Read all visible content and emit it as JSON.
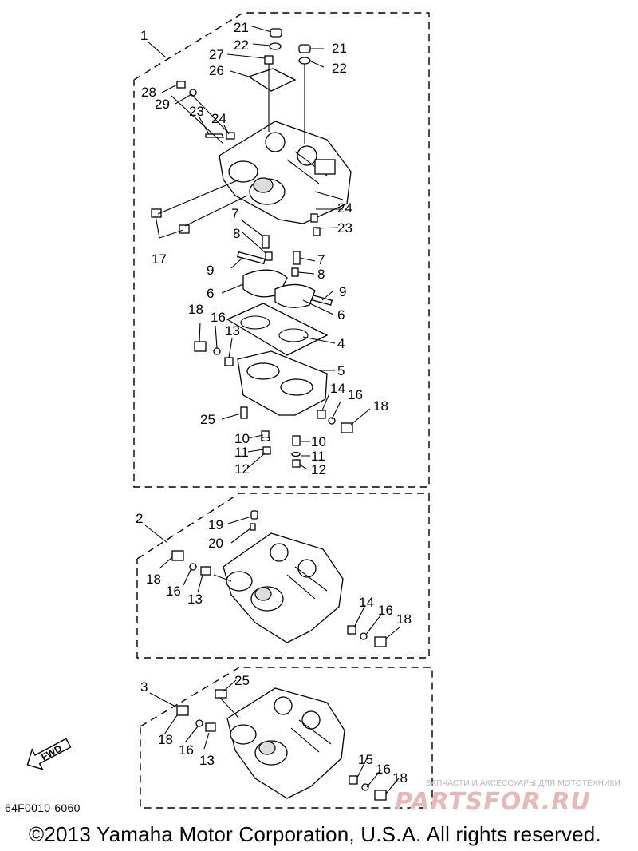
{
  "groups": [
    {
      "id": "1"
    },
    {
      "id": "2"
    },
    {
      "id": "3"
    }
  ],
  "callouts": {
    "g1": [
      "21",
      "22",
      "27",
      "26",
      "21",
      "22",
      "28",
      "29",
      "23",
      "24",
      "17",
      "7",
      "8",
      "24",
      "23",
      "9",
      "7",
      "8",
      "6",
      "9",
      "6",
      "18",
      "16",
      "13",
      "4",
      "5",
      "14",
      "16",
      "18",
      "25",
      "10",
      "11",
      "12",
      "10",
      "11",
      "12"
    ],
    "g2": [
      "19",
      "20",
      "18",
      "16",
      "13",
      "14",
      "16",
      "18"
    ],
    "g3": [
      "25",
      "18",
      "16",
      "13",
      "15",
      "16",
      "18"
    ]
  },
  "fwd_label": "FWD",
  "footer": {
    "code": "64F0010-6060",
    "copyright": "©2013 Yamaha Motor Corporation, U.S.A. All rights reserved."
  },
  "watermark": {
    "small": "ЗАПЧАСТИ И АКСЕССУАРЫ ДЛЯ МОТОТЕХНИКИ",
    "big": "PARTSFOR.RU"
  }
}
